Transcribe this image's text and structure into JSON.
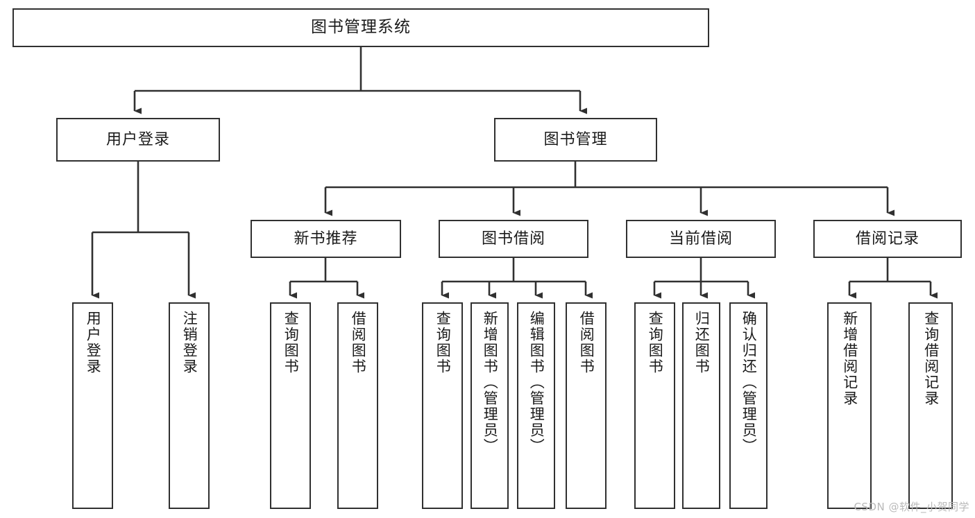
{
  "diagram": {
    "title": "图书管理系统",
    "type": "tree-hierarchy-chart",
    "watermark": "CSDN @软件_小贺同学",
    "nodes": {
      "root": {
        "label": "图书管理系统"
      },
      "level2": [
        {
          "id": "user-login",
          "label": "用户登录"
        },
        {
          "id": "book-management",
          "label": "图书管理"
        }
      ],
      "level3": [
        {
          "id": "new-book-recommend",
          "label": "新书推荐"
        },
        {
          "id": "book-borrow",
          "label": "图书借阅"
        },
        {
          "id": "current-borrow",
          "label": "当前借阅"
        },
        {
          "id": "borrow-record",
          "label": "借阅记录"
        }
      ],
      "leaves": {
        "user-login": [
          {
            "id": "leaf-user-login",
            "label": "用户登录"
          },
          {
            "id": "leaf-logout-login",
            "label": "注销登录"
          }
        ],
        "new-book-recommend": [
          {
            "id": "leaf-query-book-1",
            "label": "查询图书"
          },
          {
            "id": "leaf-borrow-book-1",
            "label": "借阅图书"
          }
        ],
        "book-borrow": [
          {
            "id": "leaf-query-book-2",
            "label": "查询图书"
          },
          {
            "id": "leaf-add-book",
            "label": "新增图书（管理员）"
          },
          {
            "id": "leaf-edit-book",
            "label": "编辑图书（管理员）"
          },
          {
            "id": "leaf-borrow-book-2",
            "label": "借阅图书"
          }
        ],
        "current-borrow": [
          {
            "id": "leaf-query-book-3",
            "label": "查询图书"
          },
          {
            "id": "leaf-return-book",
            "label": "归还图书"
          },
          {
            "id": "leaf-confirm-return",
            "label": "确认归还（管理员）"
          }
        ],
        "borrow-record": [
          {
            "id": "leaf-add-record",
            "label": "新增借阅记录"
          },
          {
            "id": "leaf-query-record",
            "label": "查询借阅记录"
          }
        ]
      }
    },
    "colors": {
      "border": "#303030",
      "text": "#1a1a1a",
      "background": "#ffffff",
      "watermark": "#b9b9b9"
    }
  }
}
